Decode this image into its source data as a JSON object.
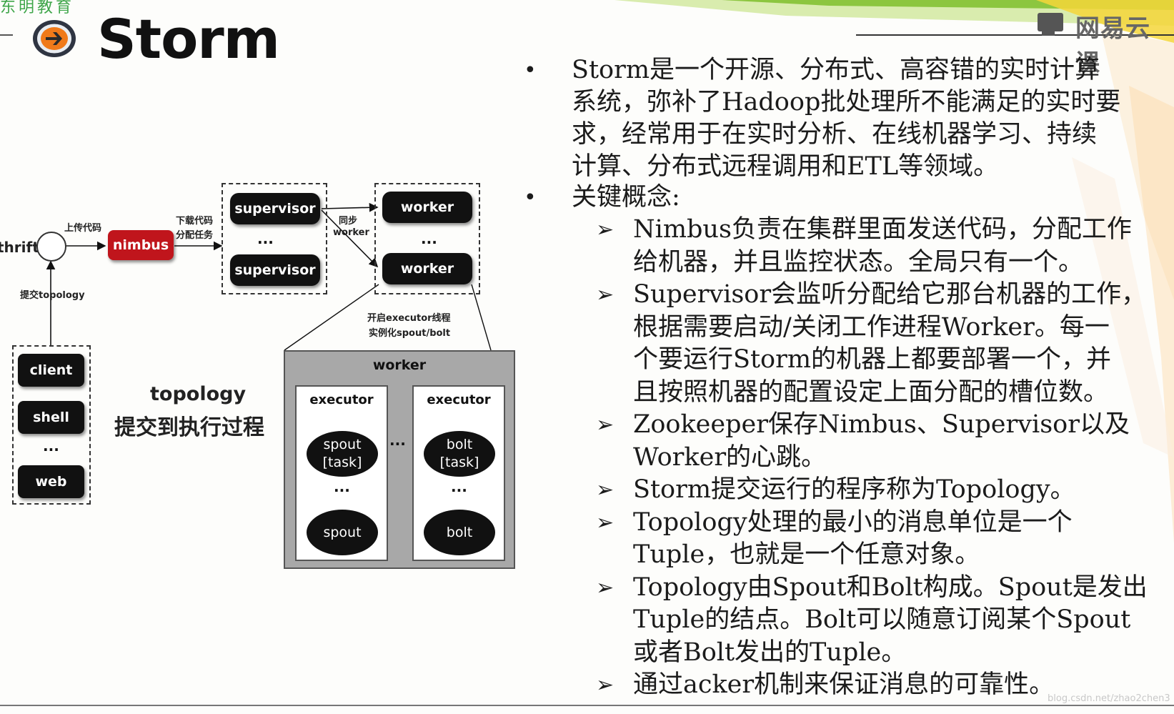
{
  "header": {
    "brand_fragment": "东明教育",
    "title": "Storm",
    "logo_text": "网易云课"
  },
  "bullets": [
    {
      "text": "Storm是一个开源、分布式、高容错的实时计算系统，弥补了Hadoop批处理所不能满足的实时要求，经常用于在实时分析、在线机器学习、持续计算、分布式远程调用和ETL等领域。",
      "lines": [
        "Storm是一个开源、分布式、高容错的实时计算",
        "系统，弥补了Hadoop批处理所不能满足的实时要",
        "求，经常用于在实时分析、在线机器学习、持续",
        "计算、分布式远程调用和ETL等领域。"
      ]
    },
    {
      "text": "关键概念:",
      "lines": [
        "关键概念:"
      ],
      "sub": [
        {
          "lines": [
            "Nimbus负责在集群里面发送代码，分配工作",
            "给机器，并且监控状态。全局只有一个。"
          ]
        },
        {
          "lines": [
            "Supervisor会监听分配给它那台机器的工作，",
            "根据需要启动/关闭工作进程Worker。每一",
            "个要运行Storm的机器上都要部署一个，并",
            "且按照机器的配置设定上面分配的槽位数。"
          ]
        },
        {
          "lines": [
            "Zookeeper保存Nimbus、Supervisor以及",
            "Worker的心跳。"
          ]
        },
        {
          "lines": [
            "Storm提交运行的程序称为Topology。"
          ]
        },
        {
          "lines": [
            "Topology处理的最小的消息单位是一个",
            "Tuple，也就是一个任意对象。"
          ]
        },
        {
          "lines": [
            "Topology由Spout和Bolt构成。Spout是发出",
            "Tuple的结点。Bolt可以随意订阅某个Spout",
            "或者Bolt发出的Tuple。"
          ]
        },
        {
          "lines": [
            "通过acker机制来保证消息的可靠性。"
          ]
        }
      ]
    }
  ],
  "diagram": {
    "thrift_label": "thrift",
    "upload_label": "上传代码",
    "nimbus": "nimbus",
    "download_label_1": "下载代码",
    "download_label_2": "分配任务",
    "supervisors": [
      "supervisor",
      "supervisor"
    ],
    "sync_label_1": "同步",
    "sync_label_2": "worker",
    "workers": [
      "worker",
      "worker"
    ],
    "ellipsis": "...",
    "submit_label": "提交topology",
    "clients": [
      "client",
      "shell",
      "web"
    ],
    "caption_1": "topology",
    "caption_2": "提交到执行过程",
    "executor_note_1": "开启executor线程",
    "executor_note_2": "实例化spout/bolt",
    "worker_detail_title": "worker",
    "executors": [
      {
        "title": "executor",
        "first": [
          "spout",
          "[task]"
        ],
        "second": "spout"
      },
      {
        "title": "executor",
        "first": [
          "bolt",
          "[task]"
        ],
        "second": "bolt"
      }
    ]
  },
  "watermark": "blog.csdn.net/zhao2chen3",
  "colors": {
    "nimbus_red": "#c0151c",
    "stripe_green": "#8cc63f",
    "stripe_yellow": "#f5d63a",
    "stripe_orange": "#f29b35"
  }
}
